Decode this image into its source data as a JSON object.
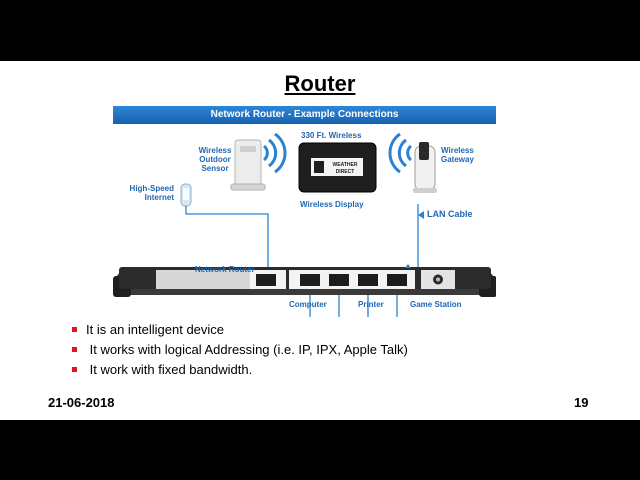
{
  "slide": {
    "title": "Router",
    "diagram": {
      "banner": "Network Router - Example Connections",
      "labels": {
        "wireless_sensor": [
          "Wireless",
          "Outdoor",
          "Sensor"
        ],
        "range": "330 Ft. Wireless",
        "wireless_gateway": [
          "Wireless",
          "Gateway"
        ],
        "internet": [
          "High-Speed",
          "Internet"
        ],
        "display_caption": "Wireless Display",
        "display_screen": [
          "WEATHER",
          "DIRECT"
        ],
        "lan_cable": "LAN Cable",
        "router": "Network Router",
        "computer": "Computer",
        "printer": "Printer",
        "game_station": "Game Station"
      }
    },
    "bullets": [
      "It is an intelligent device",
      " It works with logical Addressing (i.e. IP, IPX, Apple Talk)",
      " It work with fixed bandwidth."
    ],
    "footer": {
      "date": "21-06-2018",
      "page_number": "19"
    }
  }
}
